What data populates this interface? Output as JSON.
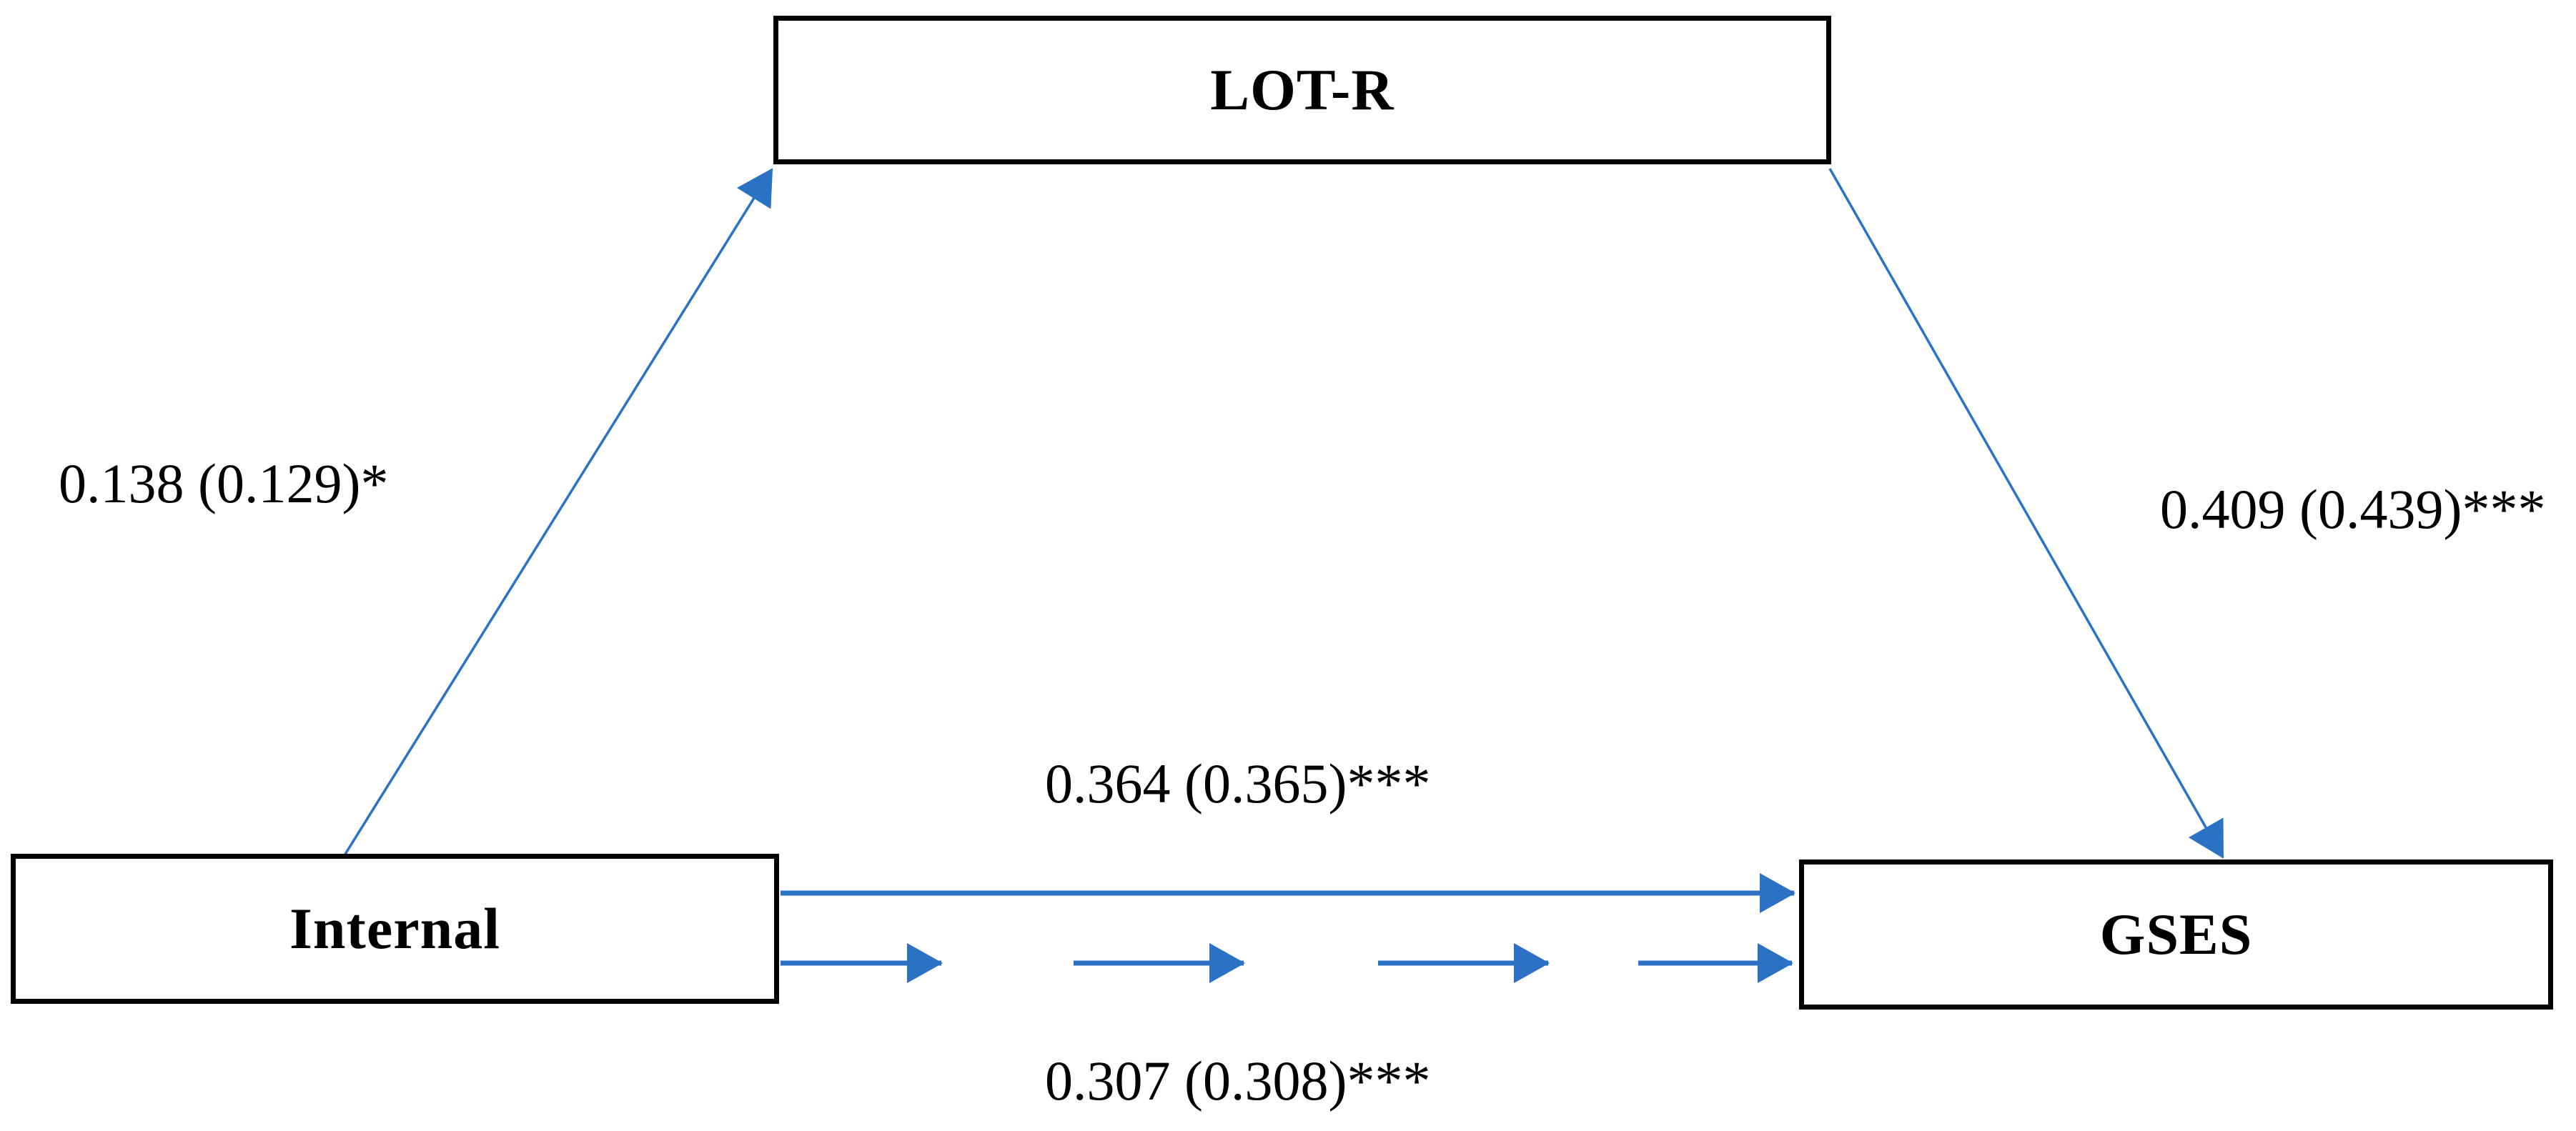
{
  "nodes": {
    "lotr": {
      "label": "LOT-R"
    },
    "internal": {
      "label": "Internal"
    },
    "gses": {
      "label": "GSES"
    }
  },
  "paths": {
    "internal_to_lotr": {
      "label": "0.138 (0.129)*"
    },
    "lotr_to_gses": {
      "label": "0.409 (0.439)***"
    },
    "internal_to_gses_direct": {
      "label": "0.364 (0.365)***"
    },
    "internal_to_gses_indirect": {
      "label": "0.307 (0.308)***"
    }
  },
  "colors": {
    "arrow": "#2B72C4",
    "box_border": "#000000",
    "text": "#000000",
    "background": "#FFFFFF"
  }
}
